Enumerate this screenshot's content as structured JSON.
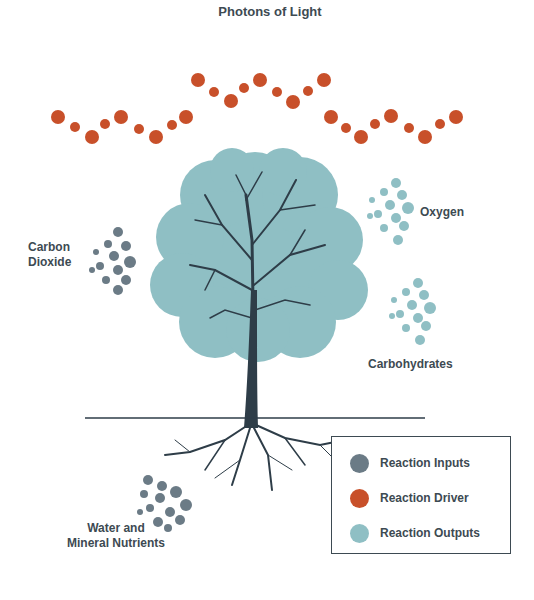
{
  "diagram": {
    "labels": [
      "Photons of Light",
      "Carbon Dioxide",
      "Oxygen",
      "Carbohydrates",
      "Water and Mineral Nutrients"
    ],
    "legend": [
      {
        "text": "Reaction Inputs",
        "color": "#6b7b86"
      },
      {
        "text": "Reaction Driver",
        "color": "#c8502a"
      },
      {
        "text": "Reaction Outputs",
        "color": "#8fbfc4"
      }
    ]
  }
}
